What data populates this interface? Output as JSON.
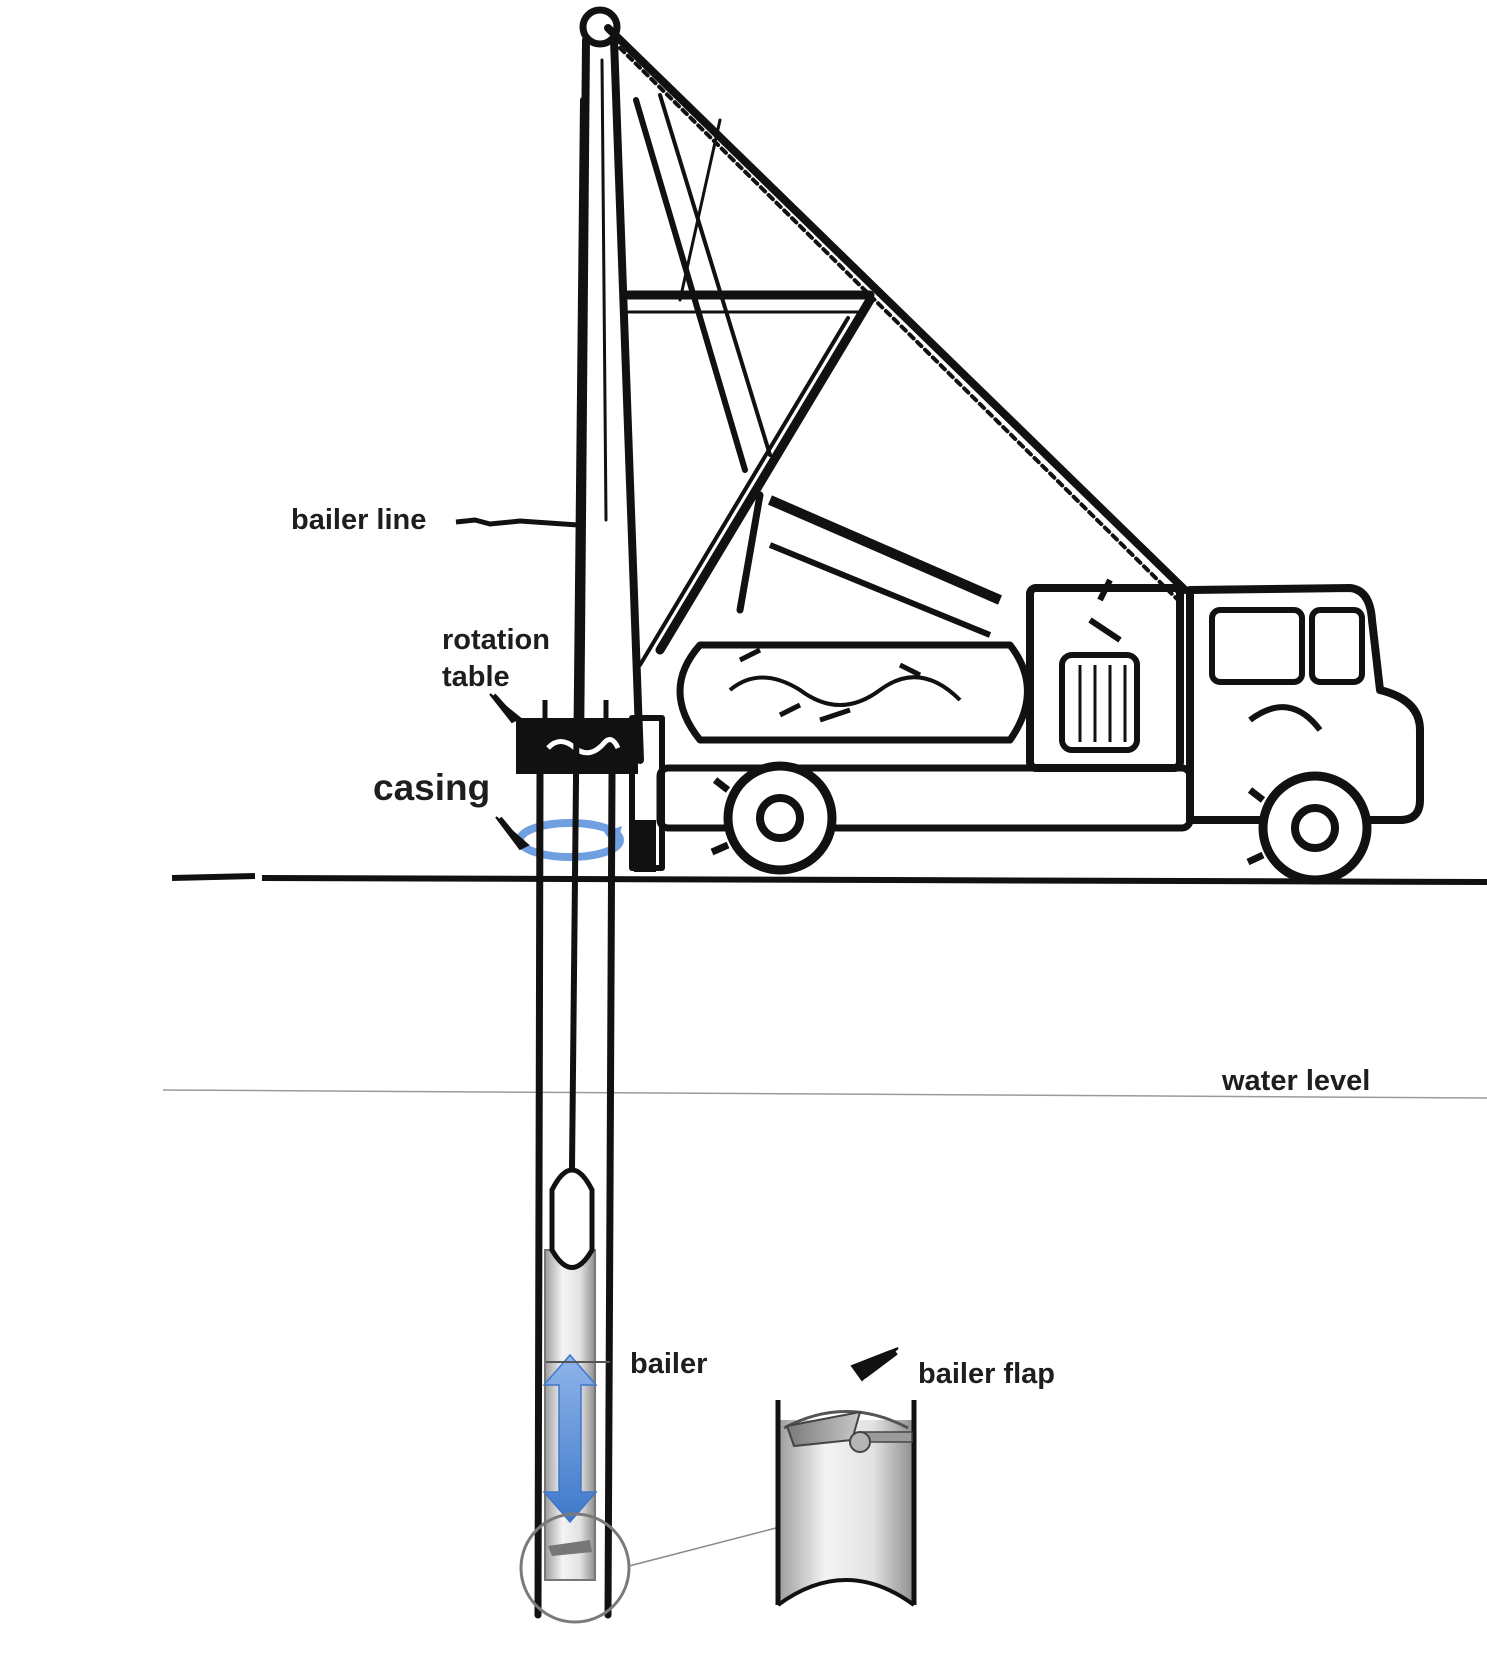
{
  "labels": {
    "bailer_line": "bailer line",
    "rotation_table_line1": "rotation",
    "rotation_table_line2": "table",
    "casing": "casing",
    "water_level": "water level",
    "bailer": "bailer",
    "bailer_flap": "bailer flap"
  },
  "colors": {
    "ink": "#111111",
    "label": "#1e1e1e",
    "arrow_blue": "#5b8fd6",
    "casing_ring": "#6f9fe0",
    "pipe_gray": "#bdbdbd",
    "water_line": "#9a9a9a"
  }
}
